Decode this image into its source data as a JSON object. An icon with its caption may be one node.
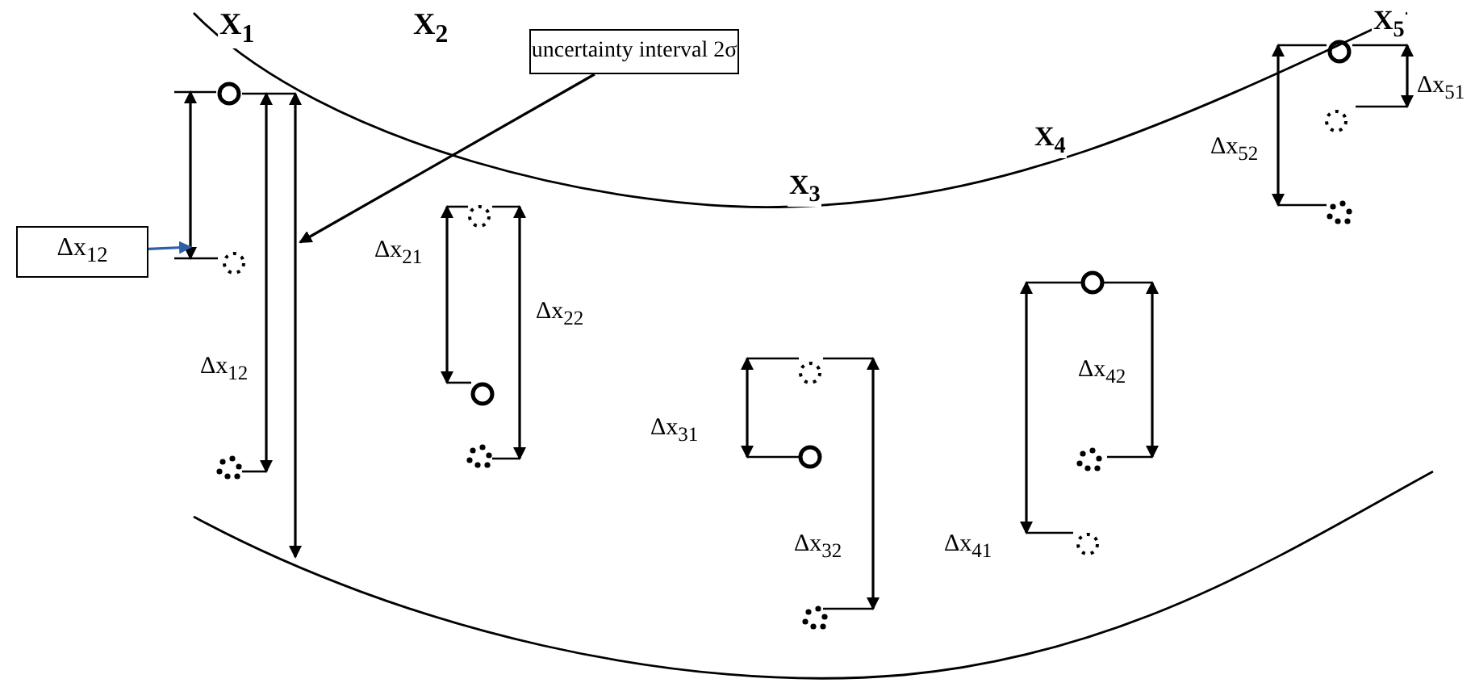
{
  "diagram": {
    "nodes": [
      {
        "text": [
          "uncertainty interval 2σ"
        ]
      },
      {
        "text": [
          "Δx$_{12}$"
        ]
      }
    ],
    "edges": [
      {
        "from": 0,
        "to": null,
        "arrow": "to"
      },
      {
        "from": 1,
        "to": null,
        "arrow": "to",
        "color": "#2e5fa8"
      }
    ],
    "labels": [
      "X$_{1}$",
      "X$_{2}$",
      "X$_{5}$",
      "Δx$_{51}$",
      "X$_{4}$",
      "Δx$_{52}$",
      "X$_{3}$",
      "Δx$_{21}$",
      "Δx$_{22}$",
      "Δx$_{12}$",
      "Δx$_{42}$",
      "Δx$_{31}$",
      "Δx$_{32}$",
      "Δx$_{41}$"
    ]
  }
}
